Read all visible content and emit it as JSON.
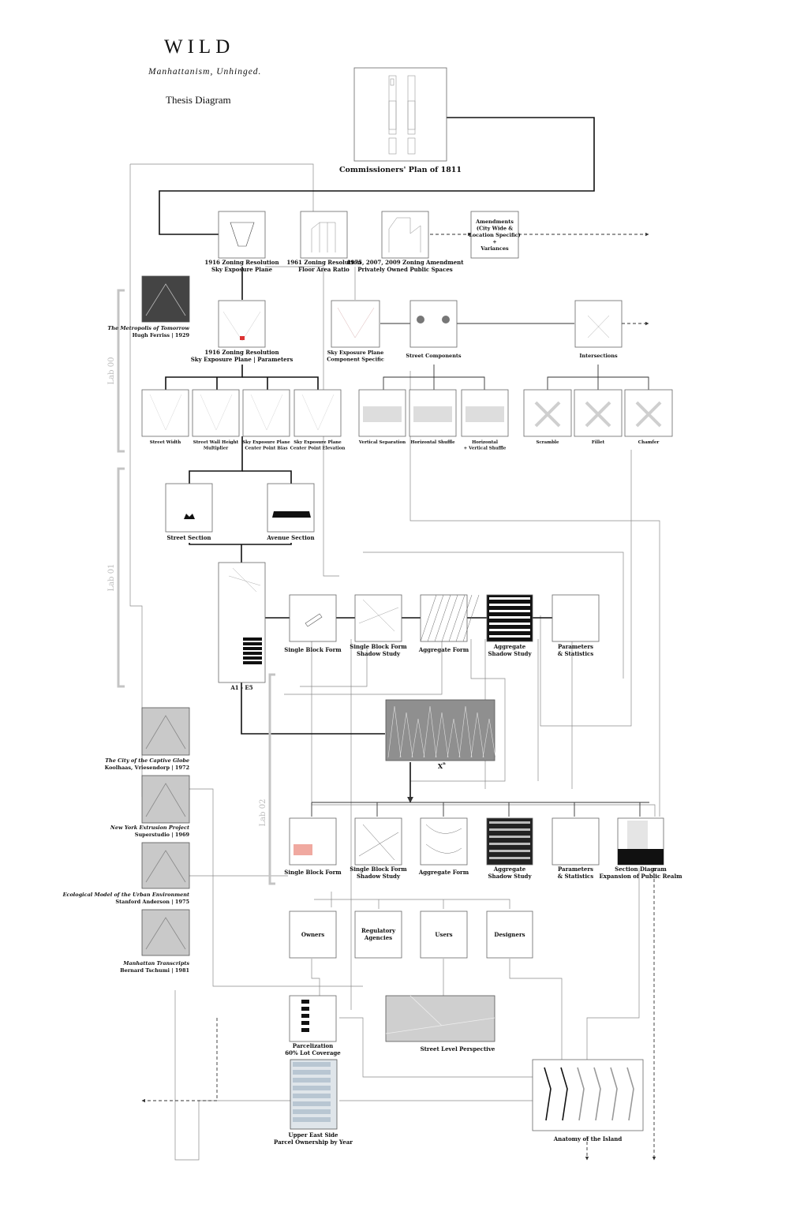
{
  "header": {
    "title": "WILD",
    "subtitle": "Manhattanism, Unhinged.",
    "caption": "Thesis Diagram"
  },
  "labs": [
    "Lab 00",
    "Lab 01",
    "Lab 02"
  ],
  "nodes": {
    "commissioners": [
      "Commissioners' Plan of 1811"
    ],
    "zr1916": [
      "1916 Zoning Resolution",
      "Sky Exposure Plane"
    ],
    "zr1961": [
      "1961 Zoning Resolution",
      "Floor Area Ratio"
    ],
    "zr1975": [
      "1975, 2007, 2009 Zoning Amendment",
      "Privately Owned Public Spaces"
    ],
    "amendments": [
      "Amendments",
      "(City Wide &",
      "Location Specific)",
      "+",
      "Variances"
    ],
    "zr1916p": [
      "1916 Zoning Resolution",
      "Sky Exposure Plane | Parameters"
    ],
    "skycomp": [
      "Sky Exposure Plane",
      "Component Specific"
    ],
    "streetcomp": [
      "Street Components"
    ],
    "intersections": [
      "Intersections"
    ],
    "streetwidth": [
      "Street Width"
    ],
    "wallheight": [
      "Street Wall Height",
      "Multiplier"
    ],
    "centerbias": [
      "Sky Exposure Plane",
      "Center Point Bias"
    ],
    "centerelev": [
      "Sky Exposure Plane",
      "Center Point Elevation"
    ],
    "vsep": [
      "Vertical Separation"
    ],
    "hshuffle": [
      "Horizontal Shuffle"
    ],
    "hvshuffle": [
      "Horizontal",
      "+ Vertical Shuffle"
    ],
    "scramble": [
      "Scramble"
    ],
    "fillet": [
      "Fillet"
    ],
    "chamfer": [
      "Chamfer"
    ],
    "streetsection": [
      "Street Section"
    ],
    "avenuesection": [
      "Avenue Section"
    ],
    "a1e5": [
      "A1 - E5"
    ],
    "sbf1": [
      "Single Block Form"
    ],
    "sbfs1": [
      "Single Block Form",
      "Shadow Study"
    ],
    "agg1": [
      "Aggregate Form"
    ],
    "aggs1": [
      "Aggregate",
      "Shadow Study"
    ],
    "params1": [
      "Parameters",
      "& Statistics"
    ],
    "xn": [
      "X"
    ],
    "sbf2": [
      "Single Block Form"
    ],
    "sbfs2": [
      "Single Block Form",
      "Shadow Study"
    ],
    "agg2": [
      "Aggregate Form"
    ],
    "aggs2": [
      "Aggregate",
      "Shadow Study"
    ],
    "params2": [
      "Parameters",
      "& Statistics"
    ],
    "section": [
      "Section Diagram",
      "Expansion of Public Realm"
    ],
    "owners": [
      "Owners"
    ],
    "regulatory": [
      "Regulatory",
      "Agencies"
    ],
    "users": [
      "Users"
    ],
    "designers": [
      "Designers"
    ],
    "parcel": [
      "Parcelization",
      "60% Lot Coverage"
    ],
    "streetlevel": [
      "Street Level Perspective"
    ],
    "ues": [
      "Upper East Side",
      "Parcel Ownership by Year"
    ],
    "anatomy": [
      "Anatomy of the Island"
    ]
  },
  "references": [
    {
      "title": "The Metropolis of Tomorrow",
      "author": "Hugh Ferriss | 1929"
    },
    {
      "title": "The City of the Captive Globe",
      "author": "Koolhaas, Vriesendorp | 1972"
    },
    {
      "title": "New York Extrusion Project",
      "author": "Superstudio | 1969"
    },
    {
      "title": "Ecological Model of the Urban Environment",
      "author": "Stanford Anderson | 1975"
    },
    {
      "title": "Manhattan Transcripts",
      "author": "Bernard Tschumi | 1981"
    }
  ],
  "colors": {
    "ink": "#111111",
    "lab": "#c4c4c4",
    "thin": "#555555",
    "grey": "#bdbdbd"
  }
}
